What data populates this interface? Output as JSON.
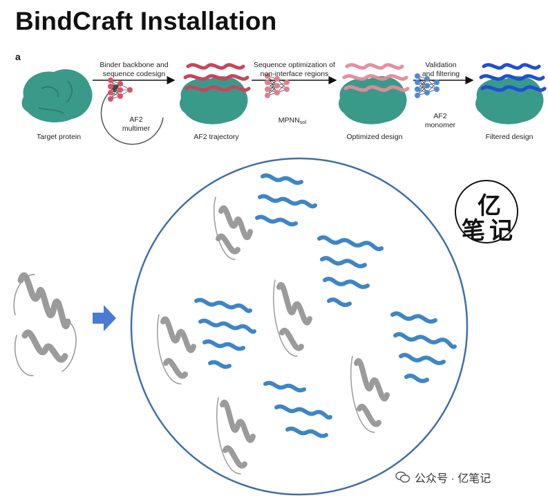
{
  "title": "BindCraft Installation",
  "panel_letter": "a",
  "steps": [
    {
      "label": "Target protein"
    },
    {
      "label": "AF2 trajectory"
    },
    {
      "label": "Optimized design"
    },
    {
      "label": "Filtered design"
    }
  ],
  "arrows": [
    {
      "line1": "Binder backbone and",
      "line2": "sequence codesign"
    },
    {
      "line1": "Sequence optimization of",
      "line2": "non-interface regions"
    },
    {
      "line1": "Validation",
      "line2": "and filtering"
    }
  ],
  "networks": [
    {
      "line1": "AF2",
      "line2": "multimer",
      "color": "#d9546a"
    },
    {
      "main": "MPNN",
      "subscript": "sol",
      "color": "#e07f8f"
    },
    {
      "line1": "AF2",
      "line2": "monomer",
      "color": "#4f86e0"
    }
  ],
  "colors": {
    "target": "#3a9a8a",
    "binder_red": "#c8455c",
    "binder_pink": "#e58a98",
    "binder_blue": "#1f4fd6",
    "design_blue": "#3d86c6",
    "circle": "#3f6eaa",
    "arrow": "#4a7bd1",
    "scaffold": "#9b9b9b"
  },
  "logo": {
    "char1": "亿",
    "char2": "笔",
    "char3": "记"
  },
  "watermark": {
    "text": "公众号 · 亿笔记"
  }
}
